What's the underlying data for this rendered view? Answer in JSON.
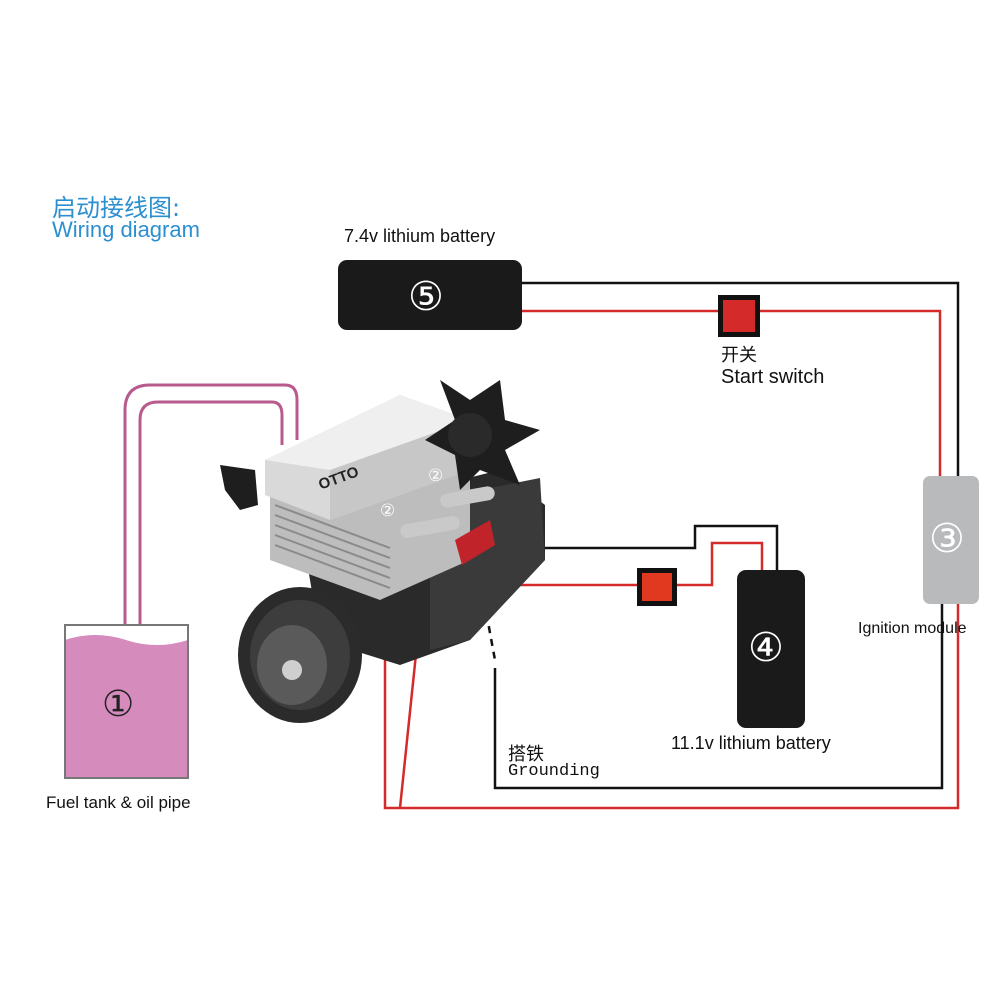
{
  "title": {
    "cn": "启动接线图:",
    "en": "Wiring diagram"
  },
  "components": {
    "fuel_tank": {
      "number": "①",
      "label": "Fuel tank & oil pipe"
    },
    "engine_port_a": {
      "number": "②"
    },
    "engine_port_b": {
      "number": "②"
    },
    "ignition_module": {
      "number": "③",
      "label": "Ignition module"
    },
    "battery_11v": {
      "number": "④",
      "label": "11.1v lithium battery"
    },
    "battery_7v": {
      "number": "⑤",
      "label": "7.4v lithium battery"
    },
    "start_switch": {
      "label_cn": "开关",
      "label_en": "Start switch"
    },
    "grounding": {
      "label_cn": "搭铁",
      "label_en": "Grounding"
    }
  },
  "engine": {
    "brand_text": "OTTO"
  },
  "colors": {
    "title": "#2b8fd0",
    "wire_red": "#d42a2a",
    "wire_black": "#111111",
    "fuel_pipe": "#b85a8e",
    "fuel": "#d58bbc",
    "switch": "#d42a2a",
    "battery": "#1a1a1a",
    "ignition": "#b9babc"
  }
}
